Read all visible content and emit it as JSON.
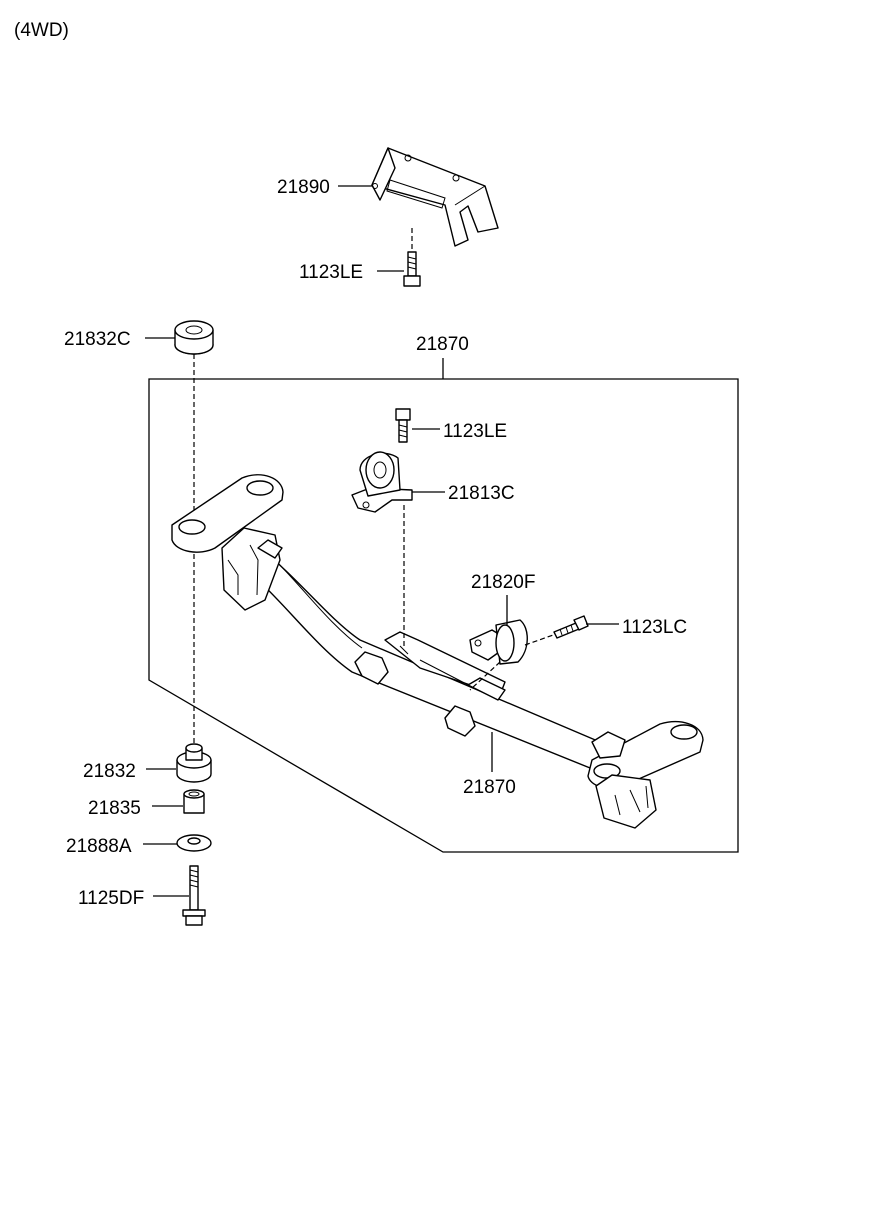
{
  "variant_note": "(4WD)",
  "labels": {
    "p21890": "21890",
    "p1123le_top": "1123LE",
    "p21832c": "21832C",
    "p21870_top": "21870",
    "p1123le_mid": "1123LE",
    "p21813c": "21813C",
    "p21820f": "21820F",
    "p1123lc": "1123LC",
    "p21832": "21832",
    "p21835": "21835",
    "p21888a": "21888A",
    "p1125df": "1125DF",
    "p21870_bottom": "21870"
  }
}
